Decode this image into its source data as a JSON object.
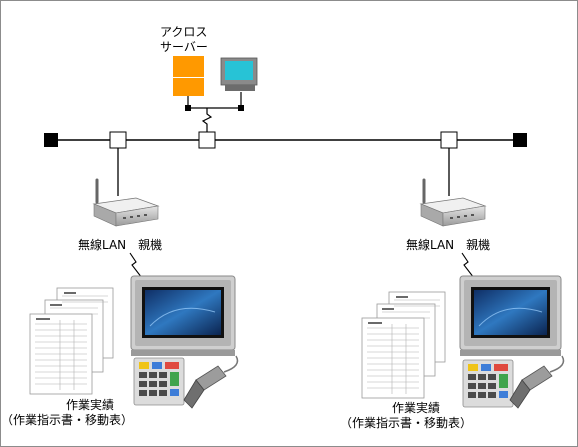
{
  "server": {
    "label_line1": "アクロス",
    "label_line2": "サーバー"
  },
  "access_point_left": {
    "label": "無線LAN　親機"
  },
  "access_point_right": {
    "label": "無線LAN　親機"
  },
  "records_left": {
    "line1": "作業実績",
    "line2": "（作業指示書・移動表）"
  },
  "records_right": {
    "line1": "作業実績",
    "line2": "（作業指示書・移動表）"
  },
  "colors": {
    "server": "#ff9900",
    "monitor_screen": "#27c3d6",
    "terminal_frame": "#c9c9c9",
    "tablet_screen": "#1d4f8a",
    "keypad_yellow": "#f0c418",
    "keypad_blue": "#3d7dd8",
    "keypad_red": "#e04a3f",
    "keypad_green": "#3fa44c"
  }
}
